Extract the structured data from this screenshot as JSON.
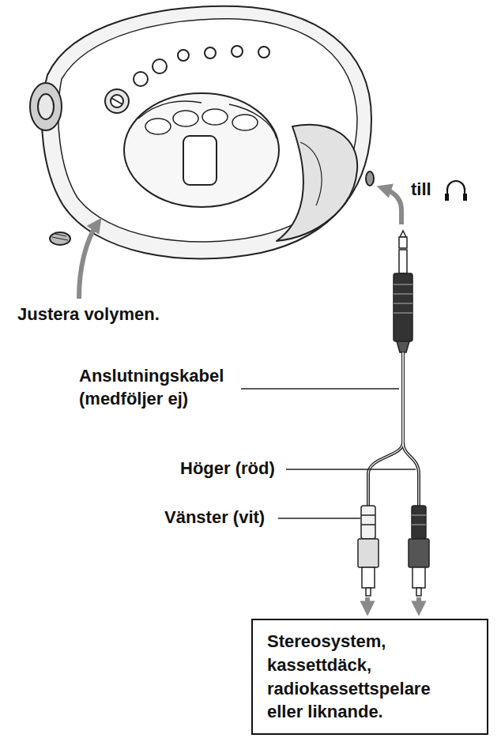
{
  "diagram": {
    "nodes": [
      {
        "text": [
          "Stereosystem, kassettdäck, radiokassettspelare eller liknande."
        ]
      }
    ],
    "labels": [
      "till",
      "Justera volymen.",
      "Anslutningskabel (medföljer ej)",
      "Höger (röd)",
      "Vänster (vit)"
    ]
  }
}
